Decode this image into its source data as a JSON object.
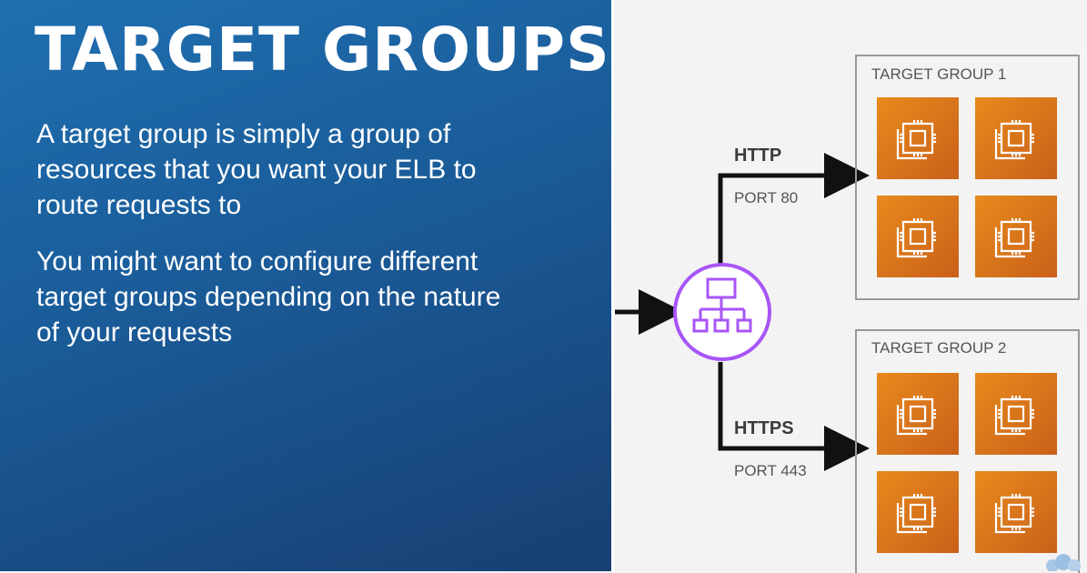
{
  "title": "TARGET GROUPS",
  "paragraphs": [
    "A target group is simply a group of resources that you want your ELB to route requests to",
    "You might want to configure different target groups depending on the nature of your requests"
  ],
  "routes": [
    {
      "protocol": "HTTP",
      "port": "PORT 80"
    },
    {
      "protocol": "HTTPS",
      "port": "PORT 443"
    }
  ],
  "groups": [
    {
      "title": "TARGET GROUP 1"
    },
    {
      "title": "TARGET GROUP 2"
    }
  ],
  "icons": {
    "load_balancer": "load-balancer-icon",
    "instance": "ec2-instance-icon"
  },
  "colors": {
    "panel_blue": "#1a5b98",
    "elb_purple": "#a855f7",
    "instance_orange": "#e07a1c"
  }
}
